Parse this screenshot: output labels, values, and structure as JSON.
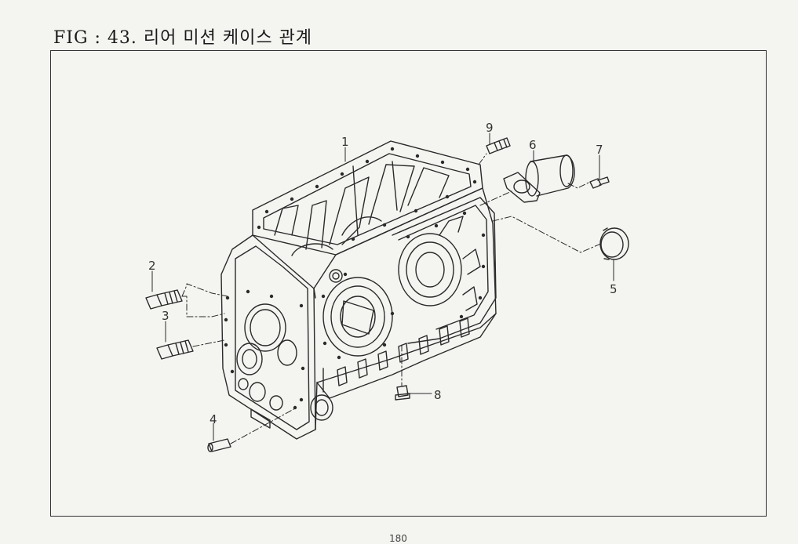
{
  "title": "FIG : 43. 리어 미션 케이스 관계",
  "page_number": "180",
  "callouts": {
    "c1": "1",
    "c2": "2",
    "c3": "3",
    "c4": "4",
    "c5": "5",
    "c6": "6",
    "c7": "7",
    "c8": "8",
    "c9": "9"
  }
}
